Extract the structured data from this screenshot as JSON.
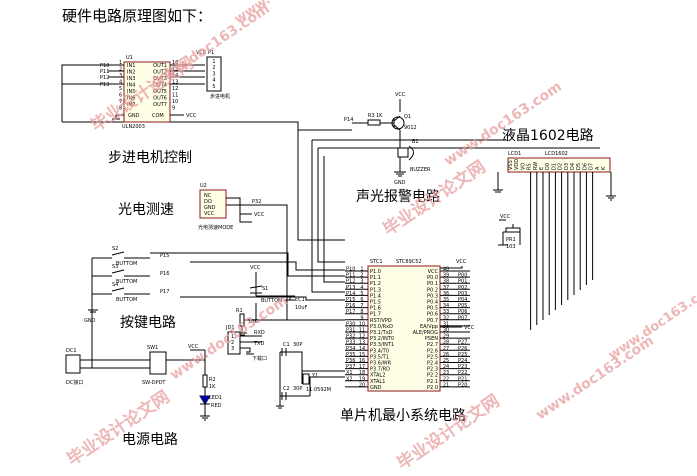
{
  "heading": "硬件电路原理图如下：",
  "section_labels": {
    "stepper": "步进电机控制",
    "light": "光电测速",
    "buzzer": "声光报警电路",
    "lcd": "液晶1602电路",
    "keys": "按键电路",
    "mcu": "单片机最小系统电路",
    "power": "电源电路"
  },
  "watermark": {
    "text1": "毕业设计论文网",
    "text2": "www.doc163.com"
  },
  "uln": {
    "ref": "U1",
    "part": "ULN2003",
    "in_pins": [
      "1",
      "2",
      "3",
      "4",
      "5",
      "6",
      "7",
      "8"
    ],
    "out_pins": [
      "16",
      "15",
      "14",
      "13",
      "12",
      "11",
      "10",
      "9"
    ],
    "inputs": [
      "IN1",
      "IN2",
      "IN3",
      "IN4",
      "IN5",
      "IN6",
      "IN7"
    ],
    "outputs": [
      "OUT1",
      "OUT2",
      "OUT3",
      "OUT4",
      "OUT5",
      "OUT6",
      "OUT7"
    ],
    "gnd": "GND",
    "com": "COM",
    "nets": [
      "P10",
      "P11",
      "P12",
      "P13"
    ],
    "vcc": "VCC"
  },
  "motor": {
    "ref": "P1",
    "name": "步进电机",
    "pins": [
      "1",
      "2",
      "3",
      "4",
      "5"
    ],
    "vcc": "VCC"
  },
  "sensor": {
    "ref": "U2",
    "pins": [
      "NC",
      "DO",
      "GND",
      "VCC"
    ],
    "name": "光电测速MODE",
    "net": "P32",
    "vcc": "VCC"
  },
  "buzzer": {
    "vcc": "VCC",
    "net": "P14",
    "res_ref": "R3",
    "res_val": "1K",
    "q_ref": "Q1",
    "q_part": "9012",
    "ref": "B1",
    "name": "BUZZER",
    "gnd": "GND"
  },
  "lcd": {
    "ref": "LCD1",
    "part": "LCD1602",
    "pins": [
      "VSS",
      "VDD",
      "VO",
      "RS",
      "RW",
      "E",
      "D0",
      "D1",
      "D2",
      "D3",
      "D4",
      "D5",
      "D6",
      "D7",
      "A",
      "K"
    ],
    "pot_ref": "PR1",
    "pot_val": "103",
    "vcc": "VCC"
  },
  "keys": [
    {
      "ref": "S2",
      "name": "BUTTOM",
      "net": "P15"
    },
    {
      "ref": "S3",
      "name": "BUTTOM",
      "net": "P16"
    },
    {
      "ref": "S4",
      "name": "BUTTOM",
      "net": "P17"
    }
  ],
  "keys_gnd": "GND",
  "mcu": {
    "ref": "STC1",
    "part": "STC89C52",
    "left_pins": [
      "1",
      "2",
      "3",
      "4",
      "5",
      "6",
      "7",
      "8",
      "9",
      "10",
      "11",
      "12",
      "13",
      "14",
      "15",
      "16",
      "17",
      "18",
      "19",
      "20"
    ],
    "left_names": [
      "P1.0",
      "P1.1",
      "P1.2",
      "P1.3",
      "P1.4",
      "P1.5",
      "P1.6",
      "P1.7",
      "RST/VPD",
      "P3.0/RxD",
      "P3.1/TxD",
      "P3.2/INT0",
      "P3.3/INT1",
      "P3.4/T0",
      "P3.5/T1",
      "P3.6/WR",
      "P3.7/RD",
      "XTAL2",
      "XTAL1",
      "GND"
    ],
    "left_nets": [
      "P10",
      "P11",
      "P12",
      "P13",
      "P14",
      "P15",
      "P16",
      "P17",
      "",
      "P30",
      "P31",
      "P32",
      "P33",
      "P34",
      "P35",
      "P36",
      "P37",
      "X1",
      "X2",
      ""
    ],
    "right_pins": [
      "40",
      "39",
      "38",
      "37",
      "36",
      "35",
      "34",
      "33",
      "32",
      "31",
      "30",
      "29",
      "28",
      "27",
      "26",
      "25",
      "24",
      "23",
      "22",
      "21"
    ],
    "right_names": [
      "VCC",
      "P0.0",
      "P0.1",
      "P0.2",
      "P0.3",
      "P0.4",
      "P0.5",
      "P0.6",
      "P0.7",
      "EA/Vpp",
      "ALE/PROG",
      "PSEN",
      "P2.7",
      "P2.6",
      "P2.5",
      "P2.4",
      "P2.3",
      "P2.2",
      "P2.1",
      "P2.0"
    ],
    "right_nets": [
      "",
      "P00",
      "P01",
      "P02",
      "P03",
      "P04",
      "P05",
      "P06",
      "P07",
      "",
      "",
      "",
      "P27",
      "P26",
      "P25",
      "P24",
      "P23",
      "P22",
      "P21",
      "P20"
    ],
    "vcc": "VCC"
  },
  "reset": {
    "vcc": "VCC",
    "sw_ref": "S1",
    "sw_name": "BUTTOM",
    "cap_ref": "EC1",
    "cap_val": "10uF",
    "res_ref": "R1",
    "res_val": "10K"
  },
  "jd1": {
    "ref": "JD1",
    "pins": [
      "1",
      "2",
      "3"
    ],
    "nets": [
      "RXD",
      "TXD"
    ],
    "name": "下载口"
  },
  "crystal": {
    "c1_ref": "C1",
    "c1_val": "30P",
    "c2_ref": "C2",
    "c2_val": "30P",
    "ref": "Y1",
    "val": "11.0592M"
  },
  "power": {
    "dc_ref": "DC1",
    "dc_name": "DC接口",
    "sw_ref": "SW1",
    "sw_name": "SW-DPDT",
    "r_ref": "R2",
    "r_val": "1K",
    "led_ref": "LED1",
    "led_name": "RED",
    "vcc": "VCC"
  }
}
